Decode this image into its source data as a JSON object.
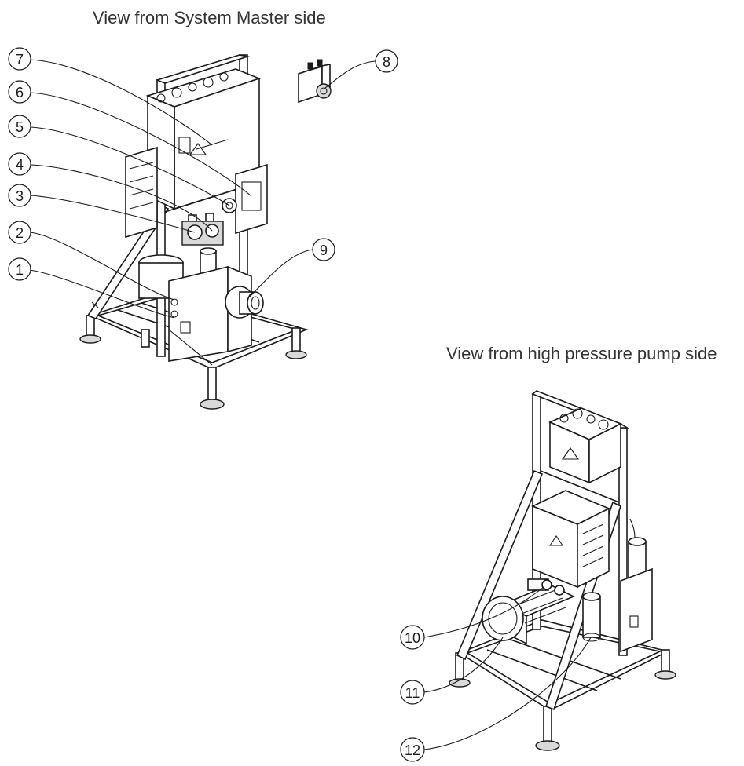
{
  "views": {
    "left_title": "View from System Master side",
    "right_title": "View from high pressure pump  side"
  },
  "callouts": [
    {
      "id": "c1",
      "label": "1"
    },
    {
      "id": "c2",
      "label": "2"
    },
    {
      "id": "c3",
      "label": "3"
    },
    {
      "id": "c4",
      "label": "4"
    },
    {
      "id": "c5",
      "label": "5"
    },
    {
      "id": "c6",
      "label": "6"
    },
    {
      "id": "c7",
      "label": "7"
    },
    {
      "id": "c8",
      "label": "8"
    },
    {
      "id": "c9",
      "label": "9"
    },
    {
      "id": "c10",
      "label": "10"
    },
    {
      "id": "c11",
      "label": "11"
    },
    {
      "id": "c12",
      "label": "12"
    }
  ],
  "colors": {
    "line": "#1a1a1a",
    "title": "#333333",
    "background": "#ffffff"
  }
}
